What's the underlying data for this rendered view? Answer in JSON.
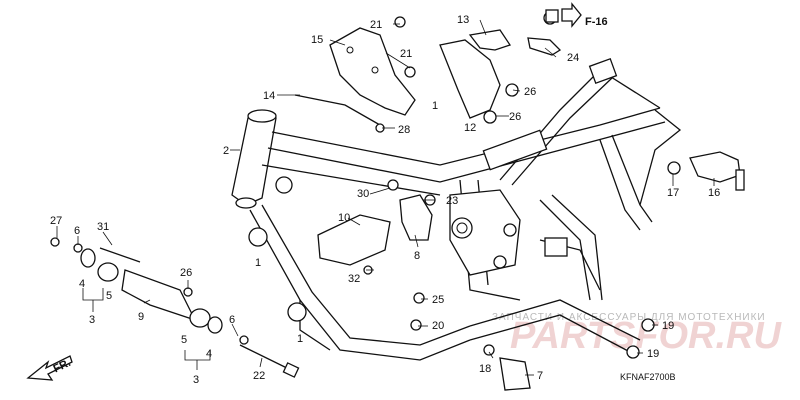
{
  "diagram": {
    "reference": "F-16",
    "code": "KFNAF2700B",
    "watermark_text": "ЗАПЧАСТИ И АКСЕССУАРЫ ДЛЯ МОТОТЕХНИКИ",
    "watermark_logo": "PARTSFOR.RU",
    "callouts": [
      {
        "label": "1"
      },
      {
        "label": "1"
      },
      {
        "label": "1"
      },
      {
        "label": "2"
      },
      {
        "label": "3"
      },
      {
        "label": "3"
      },
      {
        "label": "4"
      },
      {
        "label": "4"
      },
      {
        "label": "5"
      },
      {
        "label": "5"
      },
      {
        "label": "6"
      },
      {
        "label": "6"
      },
      {
        "label": "7"
      },
      {
        "label": "8"
      },
      {
        "label": "9"
      },
      {
        "label": "10"
      },
      {
        "label": "12"
      },
      {
        "label": "13"
      },
      {
        "label": "14"
      },
      {
        "label": "15"
      },
      {
        "label": "16"
      },
      {
        "label": "17"
      },
      {
        "label": "18"
      },
      {
        "label": "19"
      },
      {
        "label": "19"
      },
      {
        "label": "20"
      },
      {
        "label": "21"
      },
      {
        "label": "21"
      },
      {
        "label": "22"
      },
      {
        "label": "23"
      },
      {
        "label": "24"
      },
      {
        "label": "25"
      },
      {
        "label": "26"
      },
      {
        "label": "26"
      },
      {
        "label": "26"
      },
      {
        "label": "27"
      },
      {
        "label": "28"
      },
      {
        "label": "30"
      },
      {
        "label": "31"
      },
      {
        "label": "32"
      }
    ]
  }
}
